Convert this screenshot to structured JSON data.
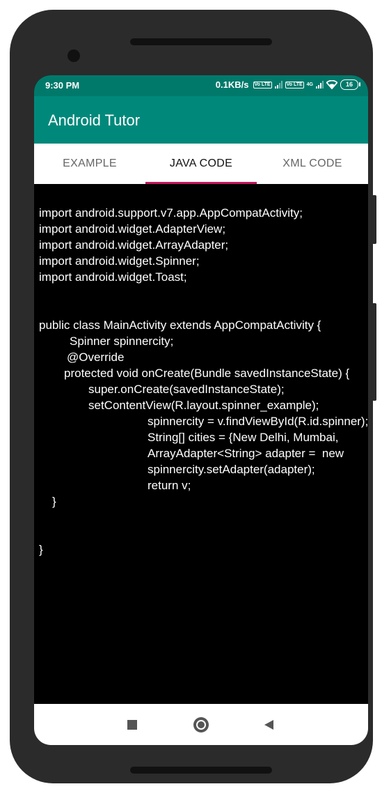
{
  "status_bar": {
    "time": "9:30 PM",
    "speed": "0.1KB/s",
    "volte_1": "Vo LTE",
    "volte_2": "Vo LTE",
    "network_type": "4G",
    "battery": "16"
  },
  "app_bar": {
    "title": "Android Tutor"
  },
  "tabs": [
    {
      "label": "EXAMPLE",
      "active": false
    },
    {
      "label": "JAVA CODE",
      "active": true
    },
    {
      "label": "XML CODE",
      "active": false
    }
  ],
  "code": {
    "lines": [
      "import android.support.v7.app.AppCompatActivity;",
      "import android.widget.AdapterView;",
      "import android.widget.ArrayAdapter;",
      "import android.widget.Spinner;",
      "import android.widget.Toast;",
      "public class MainActivity extends AppCompatActivity {",
      "Spinner spinnercity;",
      "@Override",
      "protected void onCreate(Bundle savedInstanceState) {",
      "super.onCreate(savedInstanceState);",
      "setContentView(R.layout.spinner_example);",
      "spinnercity = v.findViewById(R.id.spinner);",
      "String[] cities = {New Delhi, Mumbai,",
      "ArrayAdapter<String> adapter =  new",
      "spinnercity.setAdapter(adapter);",
      "return v;",
      "}",
      "}"
    ]
  },
  "nav_bar": {
    "recents_icon": "square-icon",
    "home_icon": "circle-icon",
    "back_icon": "triangle-back-icon"
  },
  "colors": {
    "app_bar": "#00897b",
    "status_bar": "#00796b",
    "tab_indicator": "#c2185b",
    "code_background": "#000000",
    "code_text": "#ffffff"
  }
}
